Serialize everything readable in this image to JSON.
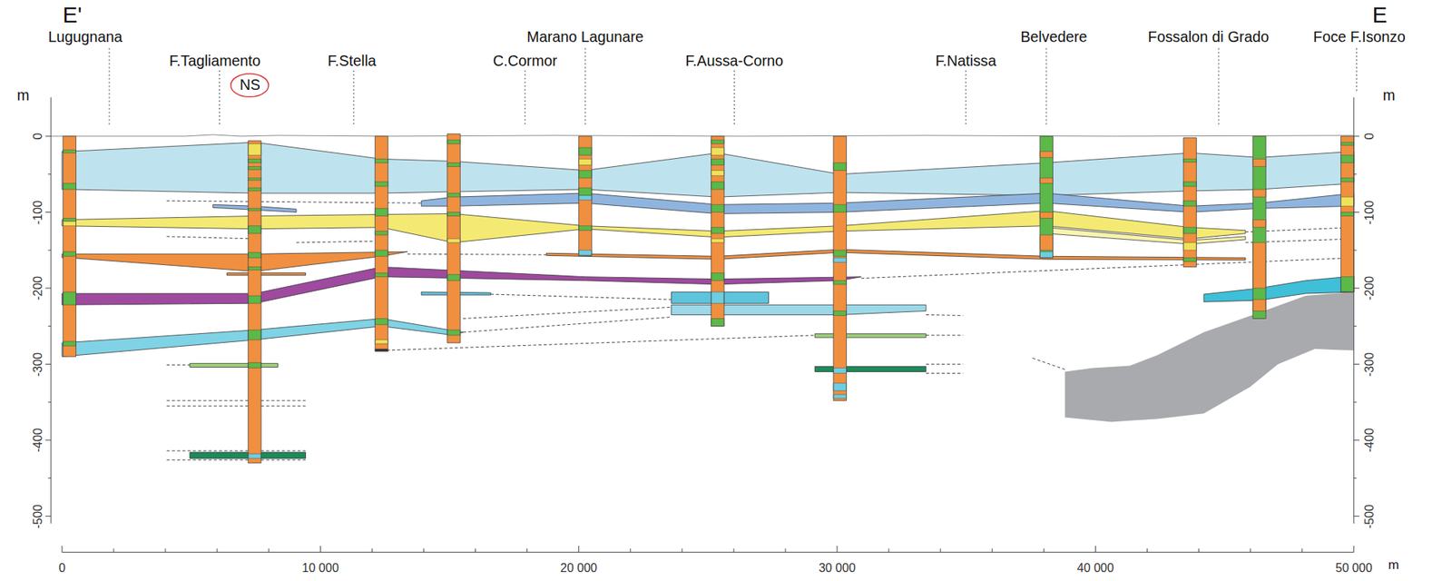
{
  "diagram": {
    "nodes": [
      {
        "text": [
          "NS"
        ]
      }
    ],
    "labels": [
      "E'",
      "E",
      "m",
      "m",
      "Lugugnana",
      "F.Tagliamento",
      "F.Stella",
      "C.Cormor",
      "Marano Lagunare",
      "F.Aussa-Corno",
      "F.Natissa",
      "Belvedere",
      "Fossalon di Grado",
      "Foce F.Isonzo",
      "0",
      "-100",
      "-200",
      "-300",
      "-400",
      "-500",
      "0",
      "-100",
      "-200",
      "-300",
      "-400",
      "-500",
      "0",
      "10 000",
      "20 000",
      "30 000",
      "40 000",
      "50 000",
      "m"
    ]
  }
}
